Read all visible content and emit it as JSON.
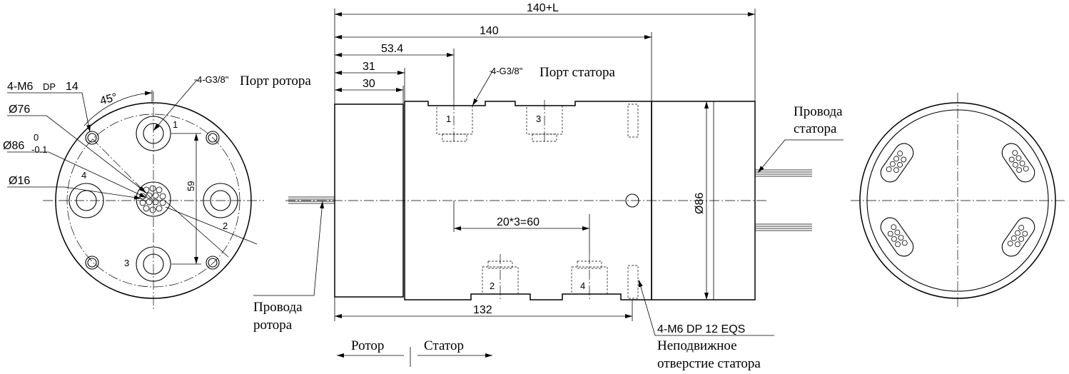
{
  "dims": {
    "total": "140+L",
    "body": "140",
    "d53": "53.4",
    "d31": "31",
    "d30": "30",
    "pitch": "20*3=60",
    "d132": "132",
    "dia86": "Ø86",
    "d59": "59"
  },
  "left_view": {
    "m6_main": "4-M6",
    "m6_dp": "DP",
    "m6_depth": "14",
    "angle": "45°",
    "dia76": "Ø76",
    "dia86_main": "Ø86",
    "tol_up": "0",
    "tol_low": "-0.1",
    "dia16": "Ø16",
    "num1": "1",
    "num2": "2",
    "num3": "3",
    "num4": "4"
  },
  "labels": {
    "rotor_port_code": "4-G3/8\"",
    "rotor_port_text": "Порт ротора",
    "stator_port_code": "4-G3/8\"",
    "stator_port_text": "Порт статора",
    "stator_wires_1": "Провода",
    "stator_wires_2": "статора",
    "rotor_wires_1": "Провода",
    "rotor_wires_2": "ротора",
    "fix_hole_code": "4-M6 DP 12 EQS",
    "fix_hole_1": "Неподвижное",
    "fix_hole_2": "отверстие статора",
    "rotor": "Ротор",
    "stator": "Статор"
  },
  "ports": {
    "p1": "1",
    "p2": "2",
    "p3": "3",
    "p4": "4"
  }
}
